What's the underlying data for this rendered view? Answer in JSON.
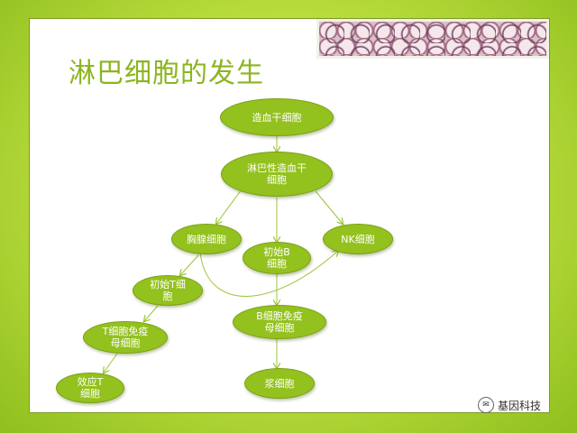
{
  "title": "淋巴细胞的发生",
  "nodes": {
    "hsc": "造血干细胞",
    "lymphoid_stem": "淋巴性造血干细胞",
    "thymocyte": "胸腺细胞",
    "naive_b": "初始B细胞",
    "nk": "NK细胞",
    "naive_t": "初始T细胞",
    "b_immuno": "B细胞免疫母细胞",
    "t_immuno": "T细胞免疫母细胞",
    "effector_t": "效应T细胞",
    "plasma": "浆细胞"
  },
  "watermark": "基因科技",
  "colors": {
    "node_fill": "#93c11e",
    "arrow": "#9cc43a",
    "title": "#8bb51f"
  }
}
